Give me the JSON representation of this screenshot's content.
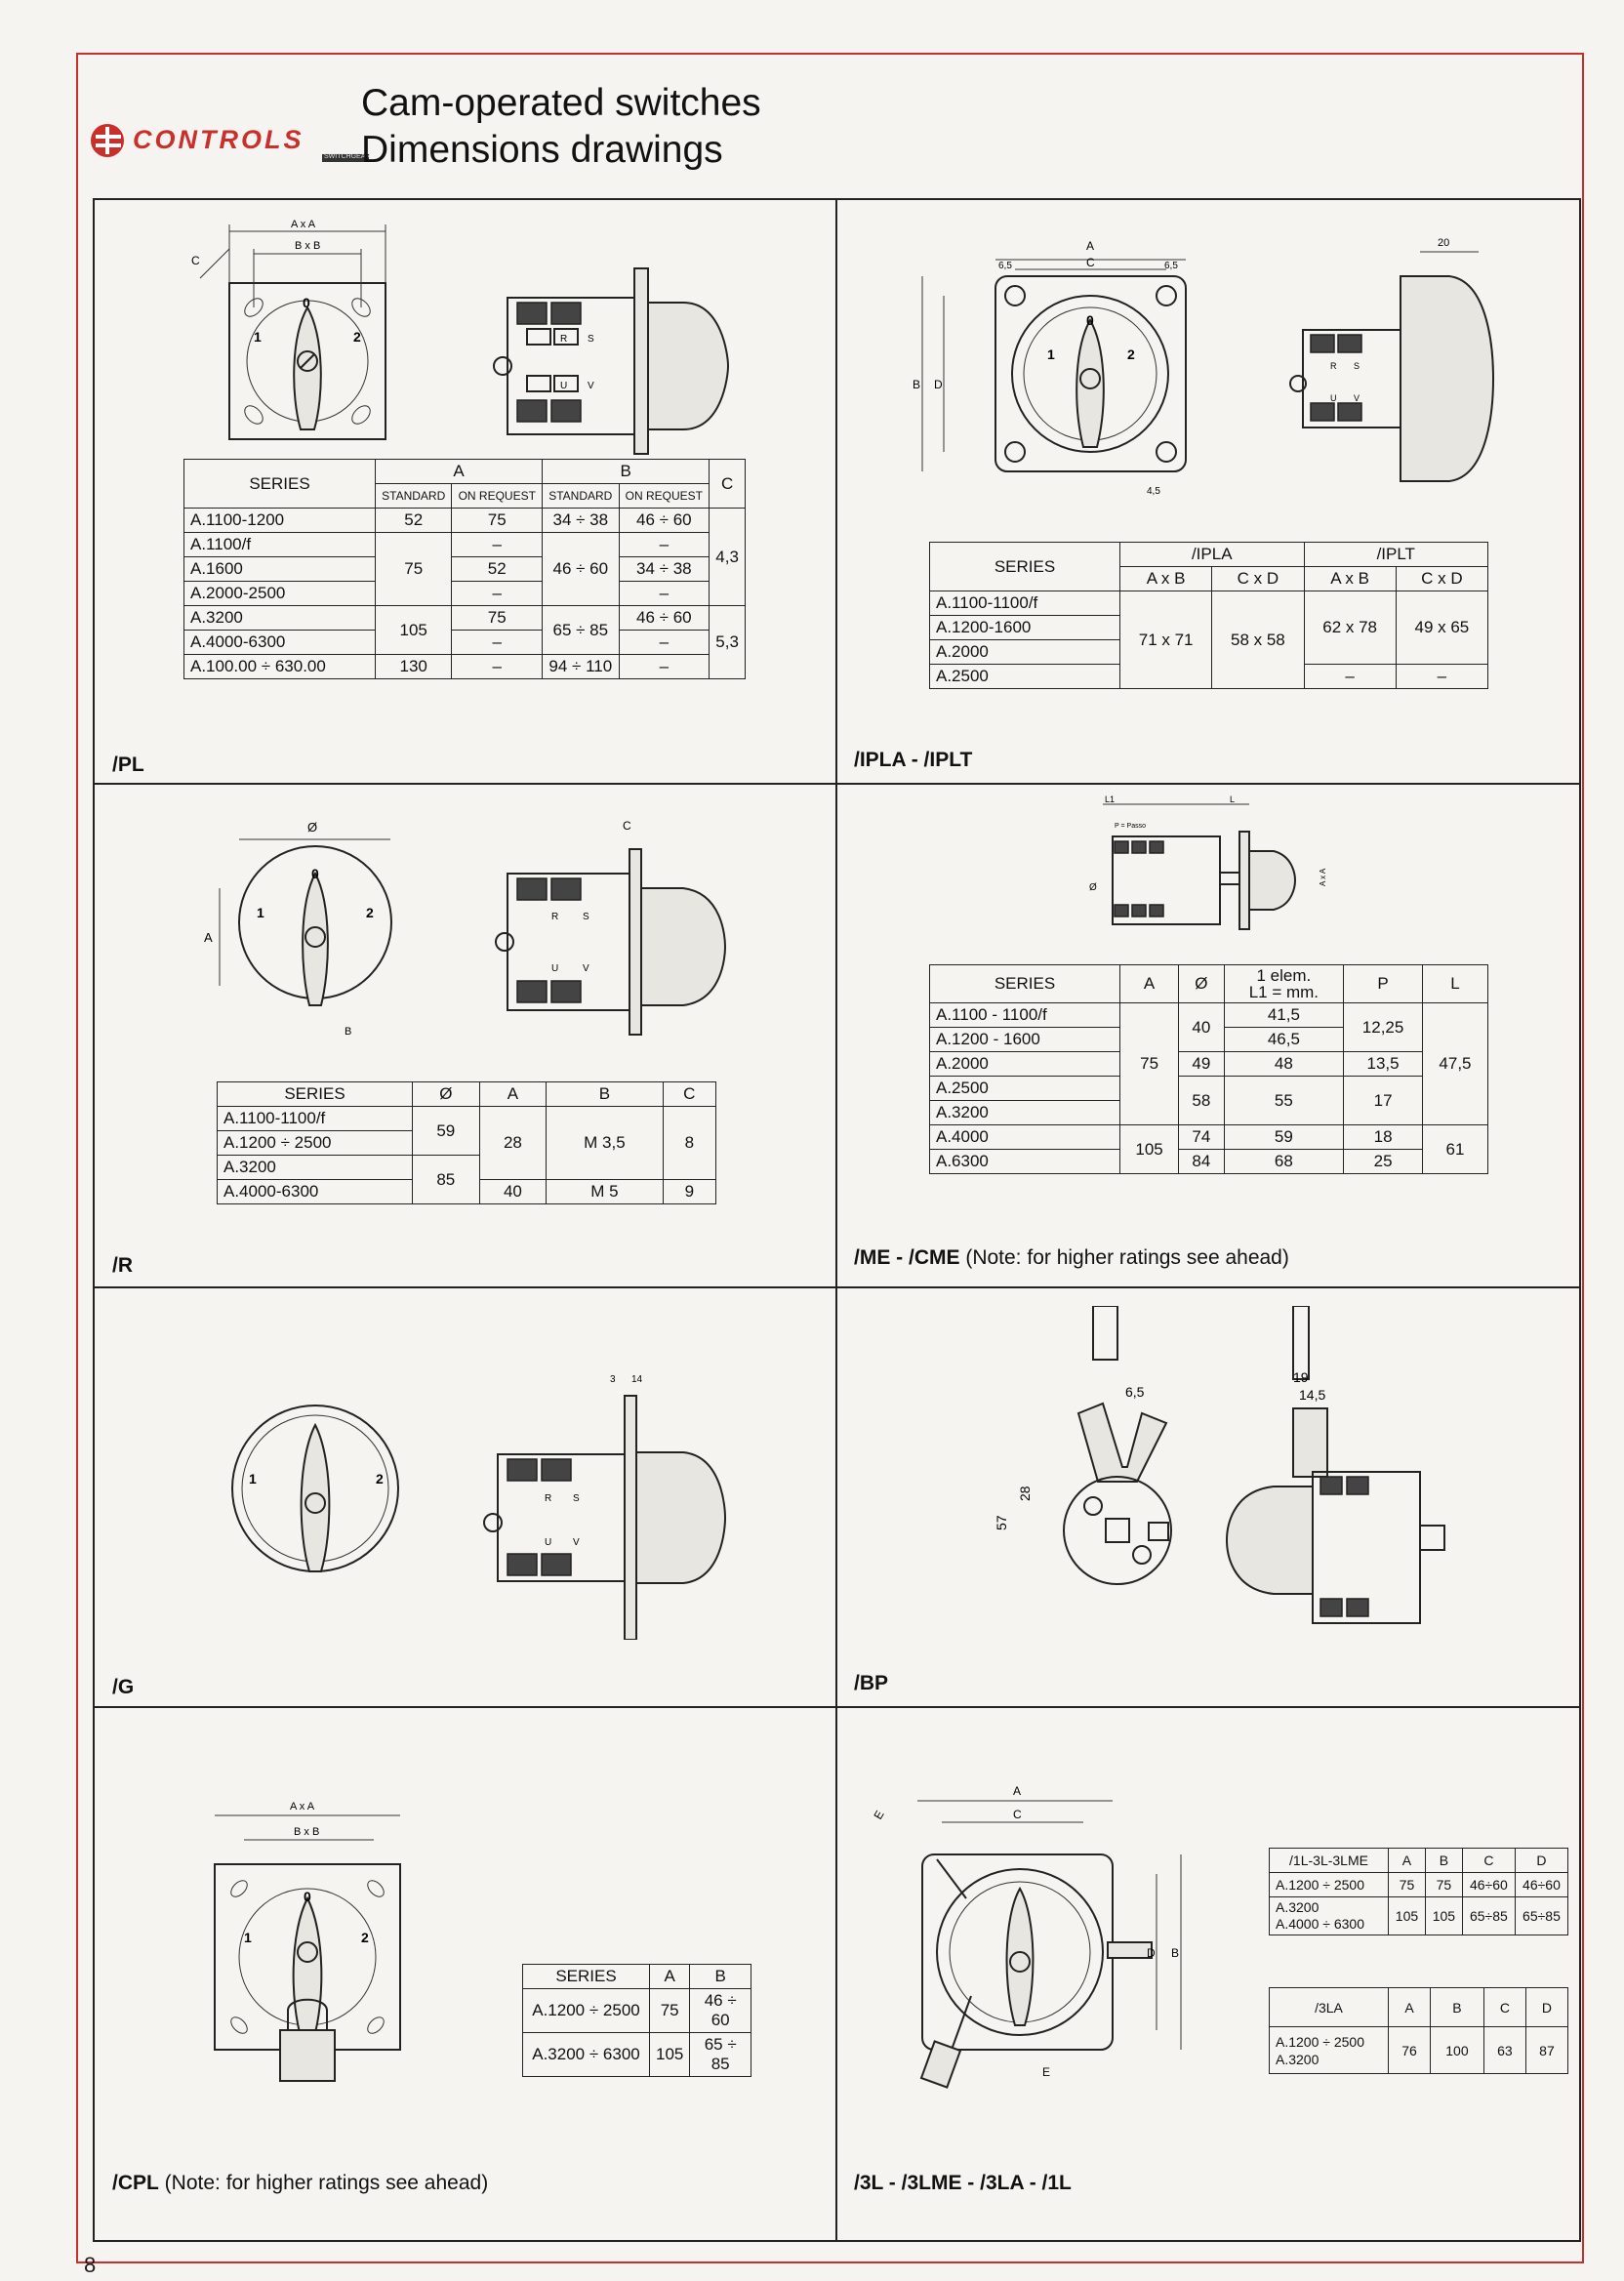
{
  "header": {
    "brand": "CONTROLS",
    "brand_sub": "SWITCHGEAR",
    "title_line1": "Cam-operated switches",
    "title_line2": "Dimensions drawings"
  },
  "page_number": "8",
  "sections": {
    "pl": {
      "label": "/PL",
      "dims": {
        "axa": "A x A",
        "bxb": "B x B",
        "c": "C",
        "sw0": "0",
        "sw1": "1",
        "sw2": "2",
        "r": "R",
        "s": "S",
        "u": "U",
        "v": "V"
      },
      "table": {
        "h_series": "SERIES",
        "h_a": "A",
        "h_b": "B",
        "h_c": "C",
        "h_std": "STANDARD",
        "h_req": "ON REQUEST",
        "rows": [
          [
            "A.1100-1200",
            "52",
            "75",
            "34 ÷ 38",
            "46 ÷ 60"
          ],
          [
            "A.1100/f",
            "",
            "–",
            "",
            "–"
          ],
          [
            "A.1600",
            "75",
            "52",
            "46 ÷ 60",
            "34 ÷ 38"
          ],
          [
            "A.2000-2500",
            "",
            "–",
            "",
            "–"
          ],
          [
            "A.3200",
            "",
            "75",
            "",
            "46 ÷ 60"
          ],
          [
            "A.4000-6300",
            "105",
            "–",
            "65 ÷ 85",
            "–"
          ],
          [
            "A.100.00 ÷ 630.00",
            "130",
            "–",
            "94 ÷ 110",
            "–"
          ]
        ],
        "c1": "4,3",
        "c2": "5,3"
      }
    },
    "ipla": {
      "label": "/IPLA - /IPLT",
      "dims": {
        "a": "A",
        "c": "C",
        "d65a": "6,5",
        "d65b": "6,5",
        "d20": "20",
        "b": "B",
        "d": "D",
        "d45": "4,5",
        "sw0": "0",
        "sw1": "1",
        "sw2": "2",
        "r": "R",
        "s": "S",
        "u": "U",
        "v": "V"
      },
      "table": {
        "h_series": "SERIES",
        "h_ipla": "/IPLA",
        "h_iplt": "/IPLT",
        "h_axb": "A x B",
        "h_cxd": "C x D",
        "h_axb2": "A x B",
        "h_cxd2": "C x D",
        "series": [
          "A.1100-1100/f",
          "A.1200-1600",
          "A.2000",
          "A.2500"
        ],
        "v1": "71 x 71",
        "v2": "58 x 58",
        "v3": "62 x 78",
        "v4": "49 x 65",
        "dash1": "–",
        "dash2": "–"
      }
    },
    "r": {
      "label": "/R",
      "dims": {
        "phi": "Ø",
        "a": "A",
        "b": "B",
        "c": "C",
        "sw0": "0",
        "sw1": "1",
        "sw2": "2",
        "r": "R",
        "s": "S",
        "u": "U",
        "v": "V"
      },
      "table": {
        "h_series": "SERIES",
        "h_phi": "Ø",
        "h_a": "A",
        "h_b": "B",
        "h_c": "C",
        "series": [
          "A.1100-1100/f",
          "A.1200 ÷ 2500",
          "A.3200",
          "A.4000-6300"
        ],
        "phi1": "59",
        "phi2": "85",
        "a1": "28",
        "a2": "40",
        "b1": "M 3,5",
        "b2": "M 5",
        "c1": "8",
        "c2": "9"
      }
    },
    "me": {
      "label_bold": "/ME - /CME",
      "label_note": " (Note: for higher ratings see ahead)",
      "dims": {
        "l1": "L1",
        "l": "L",
        "p": "P = Passo",
        "phi": "Ø",
        "axa": "A x A"
      },
      "table": {
        "h_series": "SERIES",
        "h_a": "A",
        "h_phi": "Ø",
        "h_elem1": "1 elem.",
        "h_elem2": "L1 = mm.",
        "h_p": "P",
        "h_l": "L",
        "series": [
          "A.1100 - 1100/f",
          "A.1200 - 1600",
          "A.2000",
          "A.2500",
          "A.3200",
          "A.4000",
          "A.6300"
        ],
        "a1": "75",
        "a2": "105",
        "phi": [
          "40",
          "49",
          "58",
          "74",
          "84"
        ],
        "l1": [
          "41,5",
          "46,5",
          "48",
          "55",
          "59",
          "68"
        ],
        "p": [
          "12,25",
          "13,5",
          "17",
          "18",
          "25"
        ],
        "l": [
          "47,5",
          "61"
        ]
      }
    },
    "g": {
      "label": "/G",
      "dims": {
        "d3": "3",
        "d14": "14",
        "sw1": "1",
        "sw2": "2",
        "r": "R",
        "s": "S",
        "u": "U",
        "v": "V"
      }
    },
    "bp": {
      "label": "/BP",
      "dims": {
        "d65": "6,5",
        "d19": "19",
        "d145": "14,5",
        "d57": "57",
        "d28": "28"
      }
    },
    "cpl": {
      "label_bold": "/CPL",
      "label_note": " (Note: for higher ratings see ahead)",
      "dims": {
        "axa": "A x A",
        "bxb": "B x B",
        "sw0": "0",
        "sw1": "1",
        "sw2": "2"
      },
      "table": {
        "h_series": "SERIES",
        "h_a": "A",
        "h_b": "B",
        "rows": [
          [
            "A.1200 ÷ 2500",
            "75",
            "46 ÷ 60"
          ],
          [
            "A.3200 ÷ 6300",
            "105",
            "65 ÷ 85"
          ]
        ]
      }
    },
    "l3": {
      "label": "/3L - /3LME - /3LA - /1L",
      "dims": {
        "a": "A",
        "c": "C",
        "e": "E",
        "e2": "E",
        "d": "D",
        "b": "B"
      },
      "t1": {
        "h_series": "/1L-3L-3LME",
        "h_a": "A",
        "h_b": "B",
        "h_c": "C",
        "h_d": "D",
        "r1": [
          "A.1200 ÷ 2500",
          "75",
          "75",
          "46÷60",
          "46÷60"
        ],
        "r2s": [
          "A.3200",
          "A.4000 ÷ 6300"
        ],
        "r2": [
          "105",
          "105",
          "65÷85",
          "65÷85"
        ]
      },
      "t2": {
        "h_series": "/3LA",
        "h_a": "A",
        "h_b": "B",
        "h_c": "C",
        "h_d": "D",
        "series": [
          "A.1200 ÷ 2500",
          "A.3200"
        ],
        "vals": [
          "76",
          "100",
          "63",
          "87"
        ]
      }
    }
  }
}
